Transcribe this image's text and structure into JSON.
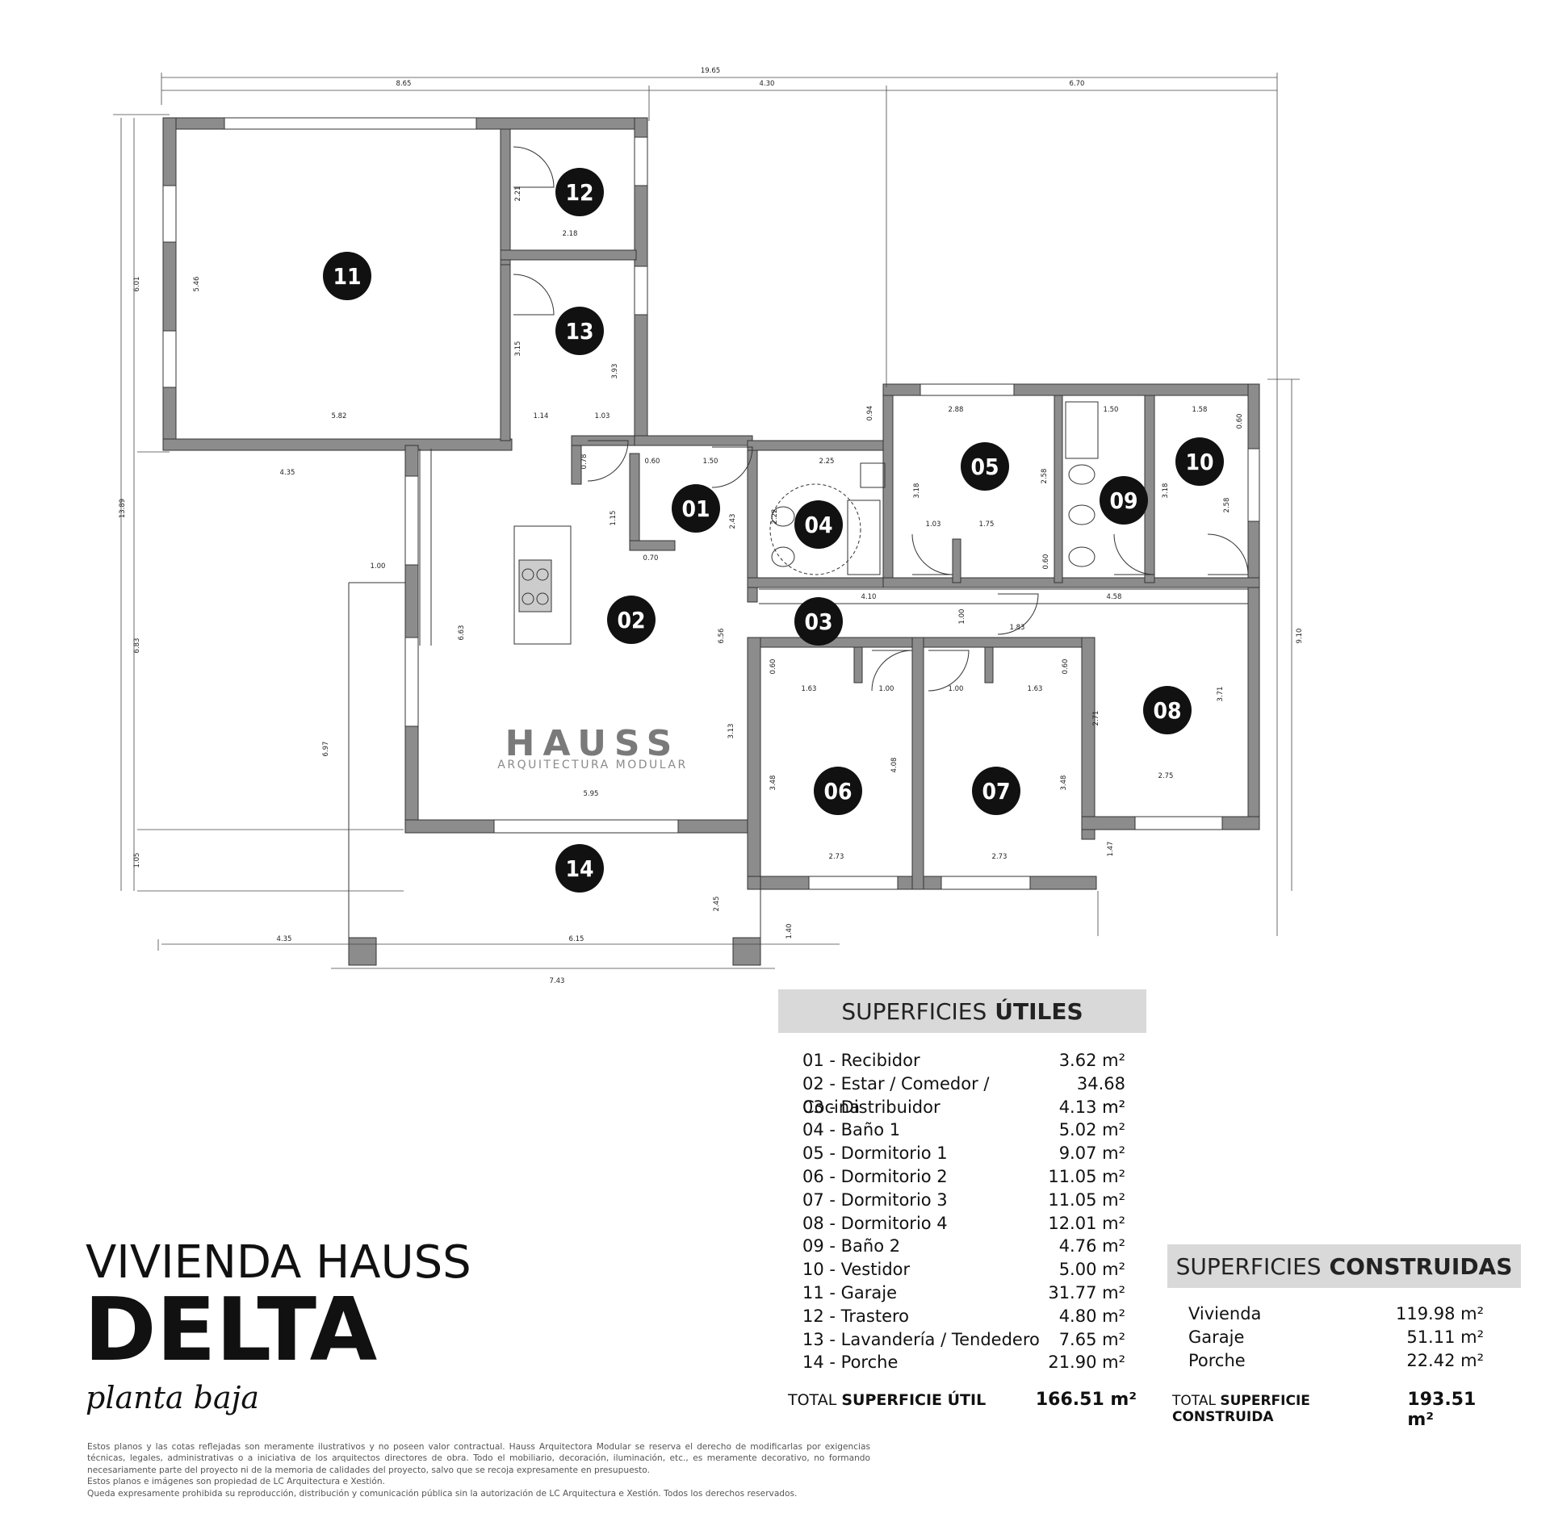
{
  "title": {
    "line1": "VIVIENDA HAUSS",
    "line2": "DELTA",
    "line3": "planta baja"
  },
  "logo": {
    "name": "HAUSS",
    "tagline": "ARQUITECTURA MODULAR"
  },
  "room_markers": [
    "01",
    "02",
    "03",
    "04",
    "05",
    "06",
    "07",
    "08",
    "09",
    "10",
    "11",
    "12",
    "13",
    "14"
  ],
  "dimensions": [
    "19.65",
    "8.65",
    "4.30",
    "6.70",
    "6.01",
    "13.89",
    "6.83",
    "1.05",
    "5.46",
    "5.82",
    "2.21",
    "2.18",
    "3.15",
    "3.93",
    "1.14",
    "1.03",
    "0.78",
    "1.15",
    "0.70",
    "4.35",
    "1.00",
    "6.63",
    "6.97",
    "0.60",
    "1.50",
    "2.43",
    "2.25",
    "2.22",
    "0.94",
    "2.88",
    "3.18",
    "2.58",
    "1.03",
    "1.75",
    "0.60",
    "1.50",
    "1.58",
    "0.60",
    "3.18",
    "2.58",
    "4.10",
    "4.58",
    "1.00",
    "1.83",
    "9.10",
    "6.56",
    "0.60",
    "1.63",
    "1.00",
    "1.00",
    "1.63",
    "0.60",
    "3.71",
    "2.71",
    "3.13",
    "3.48",
    "4.08",
    "3.48",
    "2.75",
    "5.95",
    "2.73",
    "2.73",
    "1.47",
    "2.45",
    "1.40",
    "4.35",
    "6.15",
    "7.43"
  ],
  "utiles": {
    "header_normal": "SUPERFICIES",
    "header_bold": "ÚTILES",
    "rows": [
      {
        "label": "01 - Recibidor",
        "value": "3.62 m²"
      },
      {
        "label": "02 - Estar / Comedor / Cocina",
        "value": "34.68 m²"
      },
      {
        "label": "03 - Distribuidor",
        "value": "4.13 m²"
      },
      {
        "label": "04 - Baño 1",
        "value": "5.02 m²"
      },
      {
        "label": "05 - Dormitorio 1",
        "value": "9.07 m²"
      },
      {
        "label": "06 - Dormitorio 2",
        "value": "11.05 m²"
      },
      {
        "label": "07 - Dormitorio 3",
        "value": "11.05 m²"
      },
      {
        "label": "08 - Dormitorio 4",
        "value": "12.01 m²"
      },
      {
        "label": "09 - Baño 2",
        "value": "4.76 m²"
      },
      {
        "label": "10 - Vestidor",
        "value": "5.00 m²"
      },
      {
        "label": "11 - Garaje",
        "value": "31.77 m²"
      },
      {
        "label": "12 - Trastero",
        "value": "4.80 m²"
      },
      {
        "label": "13 - Lavandería / Tendedero",
        "value": "7.65 m²"
      },
      {
        "label": "14 - Porche",
        "value": "21.90 m²"
      }
    ],
    "total_normal": "TOTAL",
    "total_bold": "SUPERFICIE ÚTIL",
    "total_value": "166.51 m²"
  },
  "construidas": {
    "header_normal": "SUPERFICIES",
    "header_bold": "CONSTRUIDAS",
    "rows": [
      {
        "label": "Vivienda",
        "value": "119.98 m²"
      },
      {
        "label": "Garaje",
        "value": "51.11 m²"
      },
      {
        "label": "Porche",
        "value": "22.42 m²"
      }
    ],
    "total_normal": "TOTAL",
    "total_bold": "SUPERFICIE CONSTRUIDA",
    "total_value": "193.51 m²"
  },
  "disclaimer": [
    "Estos planos y las cotas reflejadas son meramente ilustrativos y no poseen valor contractual. Hauss Arquitectora Modular se reserva el derecho de modificarlas por exigencias técnicas, legales, administrativas o a iniciativa de los arquitectos directores de obra. Todo el mobiliario, decoración, iluminación, etc., es meramente decorativo, no formando necesariamente parte del proyecto ni de la memoria de calidades del proyecto, salvo que se recoja expresamente en presupuesto.",
    "Estos planos e imágenes son propiedad de LC Arquitectura e Xestión.",
    "Queda expresamente prohibida su reproducción, distribución y comunicación pública sin la autorización de LC Arquitectura e Xestión. Todos los derechos reservados."
  ],
  "colors": {
    "wall": "#8c8c8c",
    "header_bg": "#d9d9d9",
    "marker": "#111111",
    "logo": "#7a7a7a"
  }
}
